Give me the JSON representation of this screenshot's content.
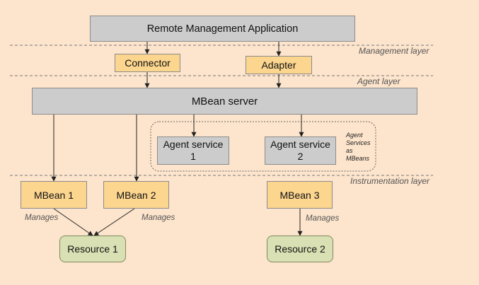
{
  "title_box": "Remote Management Application",
  "layers": {
    "management": "Management layer",
    "agent": "Agent layer",
    "instrumentation": "Instrumentation layer"
  },
  "connector": "Connector",
  "adapter": "Adapter",
  "mbean_server": "MBean server",
  "agent_services": {
    "service1_line1": "Agent service",
    "service1_line2": "1",
    "service2_line1": "Agent service",
    "service2_line2": "2",
    "note_line1": "Agent",
    "note_line2": "Services",
    "note_line3": "as",
    "note_line4": "MBeans"
  },
  "mbeans": [
    "MBean 1",
    "MBean 2",
    "MBean 3"
  ],
  "manages": [
    "Manages",
    "Manages",
    "Manages"
  ],
  "resources": [
    "Resource 1",
    "Resource 2"
  ],
  "colors": {
    "background": "#fde4cc",
    "gray_box": "#cccccc",
    "yellow_box": "#fcd58f",
    "green_box": "#d9e0b3"
  }
}
